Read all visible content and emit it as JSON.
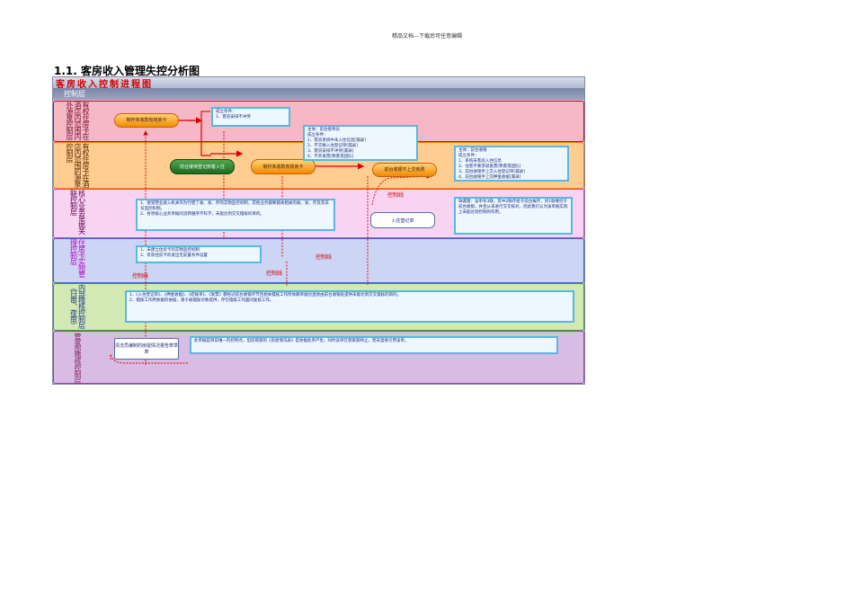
{
  "page": {
    "header": "精品文档---下载后可任意编辑",
    "title": "1.1.  客房收入管理失控分析图"
  },
  "chart": {
    "banner": "客房收入控制进程图",
    "control_layer": "控制层",
    "colors": {
      "lane1": "#f5b8c4",
      "lane2": "#ffc890",
      "lane3": "#f7cff0",
      "lane4": "#c9d2f2",
      "lane5": "#cfe6b0",
      "lane6": "#d6b8e2"
    },
    "lanes": [
      {
        "label": "有权住房卡在酒店内范围内外源泉控制层"
      },
      {
        "label": "有权住房卡在酒店内范围的源泉控制层"
      },
      {
        "label": "核心业务单据关联控制层"
      },
      {
        "label": "住房卡实物管理控制层"
      },
      {
        "label": "内部稽核控制层（日审、夜审）"
      },
      {
        "label": "管家部稽核控制层"
      }
    ],
    "nodes": {
      "create_no_room": "制作未收款有效房卡",
      "front_register": "前台接待登记房客入住",
      "create_no_room2": "制作未收款有效房卡",
      "front_cashier": "前台收银不上交房费"
    },
    "callouts": {
      "c1": "成立条件：\n1、客房安排不冲突",
      "c2": "主体：前台接待员\n成立条件：\n1、客房系统中未入住信息[漏录]\n2、不交换入住登记单[漏录]\n3、客房安排不冲突[漏录]\n4、不开发票[熟客或团队]",
      "c3": "主体：前台收银\n成立条件：\n1、系统未客房入住信息\n2、住客不要求退发票[熟客或团队]\n3、前台收银手上交入住登记单[漏录]\n4、前台收银手上交押金收据[漏录]",
      "c4": "1、接受营业收入机关作为行使了收、发、存的实物监控机制，其他业务都要都关相关的收、发、存及其去号监控机制。\n2、各项核心业务单据的流转顺序不科学，未能达到交叉稽核的目的。",
      "c5": "缺漏量：该单有3联，其中2联存给于前台报存，另1联要控于前台收银，并且从未进行交叉核对，因此我们认为该单据实际上未能达到控制的作用。",
      "c6": "1、未建立住房卡的实物监控机制\n2、有效住房卡的发出无前置条件设置",
      "c7": "1、《入住登记单》、《押金收据》、《结账单》、《发票》都经过前台收银环节且相关稽核工作所依赖单据也直接由前台收银处提供未能达到交叉稽核的目的。\n2、稽核工作所依据的依据，源于被稽核对象提供，存在稽核工作面同复核工作。",
      "c8": "此单据是目前唯一的控制点，但房管部的《房屋情况表》是依据此单产生，同时该单在管家部终止，而未直接引用该单。"
    },
    "white_boxes": {
      "register_form": "入住登记单",
      "housekeeping": "清洁员编制的房屋情况报告表草表"
    },
    "red_labels": {
      "ctrl1": "控制线",
      "ctrl2": "控制线",
      "ctrl3": "控制线",
      "ctrl4": "控制线"
    }
  }
}
